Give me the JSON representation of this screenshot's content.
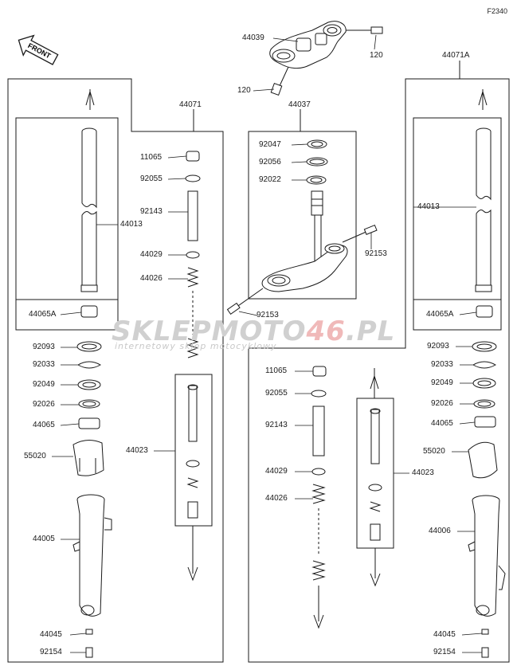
{
  "diagram_code": "F2340",
  "front_badge": "FRONT",
  "watermark": {
    "brand_a": "SKLEPMOTO",
    "brand_b": "46",
    "brand_c": ".PL",
    "tagline": "internetowy sklep motocyklowy"
  },
  "labels": {
    "l44039": "44039",
    "l120a": "120",
    "l120b": "120",
    "l44071": "44071",
    "l44071A": "44071A",
    "l44037": "44037",
    "l11065a": "11065",
    "l92055a": "92055",
    "l92143a": "92143",
    "l44029a": "44029",
    "l44026a": "44026",
    "l44013a": "44013",
    "l44065Aa": "44065A",
    "l92093a": "92093",
    "l92033a": "92033",
    "l92049a": "92049",
    "l92026a": "92026",
    "l44065a": "44065",
    "l55020a": "55020",
    "l44005": "44005",
    "l44045a": "44045",
    "l92154a": "92154",
    "l44023a": "44023",
    "l92047": "92047",
    "l92056": "92056",
    "l92022": "92022",
    "l92153a": "92153",
    "l92153b": "92153",
    "l11065b": "11065",
    "l92055b": "92055",
    "l92143b": "92143",
    "l44029b": "44029",
    "l44026b": "44026",
    "l44023b": "44023",
    "l44013b": "44013",
    "l44065Ab": "44065A",
    "l92093b": "92093",
    "l92033b": "92033",
    "l92049b": "92049",
    "l92026b": "92026",
    "l44065b": "44065",
    "l55020b": "55020",
    "l44006": "44006",
    "l44045b": "44045",
    "l92154b": "92154"
  }
}
